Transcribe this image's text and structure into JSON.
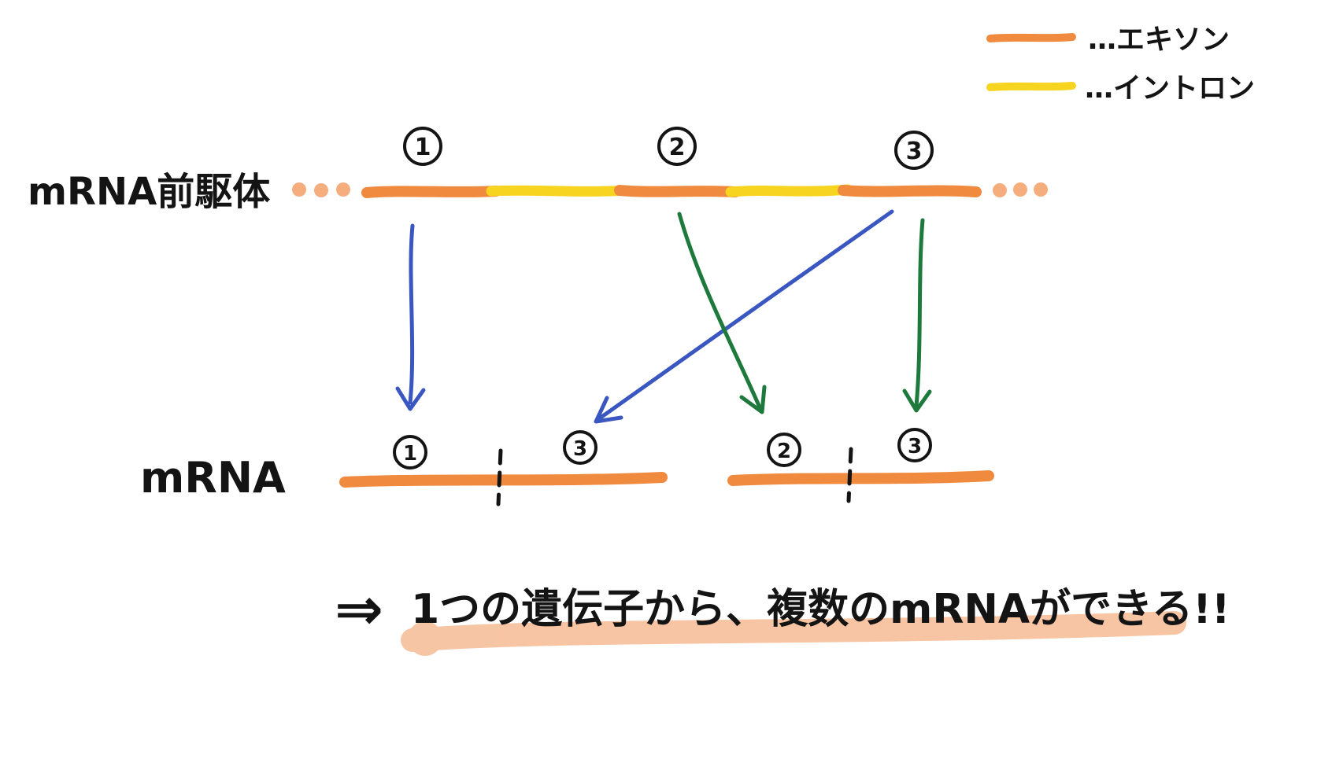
{
  "legend": {
    "exon": {
      "label": "…エキソン",
      "color": "#f08a3e"
    },
    "intron": {
      "label": "…イントロン",
      "color": "#f6d41f"
    }
  },
  "precursor": {
    "label": "mRNA前駆体",
    "exon_numbers": [
      "1",
      "2",
      "3"
    ]
  },
  "mrna": {
    "label": "mRNA",
    "transcript1": {
      "numbers": [
        "1",
        "3"
      ]
    },
    "transcript2": {
      "numbers": [
        "2",
        "3"
      ]
    }
  },
  "conclusion": {
    "arrow_symbol": "⇒",
    "text": "1つの遺伝子から、複数のmRNAができる!!"
  },
  "colors": {
    "exon": "#f08a3e",
    "exon_faded": "#f5ad7e",
    "intron": "#f6d41f",
    "arrow_blue": "#3a56c0",
    "arrow_green": "#1e7a3c",
    "ink": "#141414",
    "highlight": "#f4b286"
  }
}
